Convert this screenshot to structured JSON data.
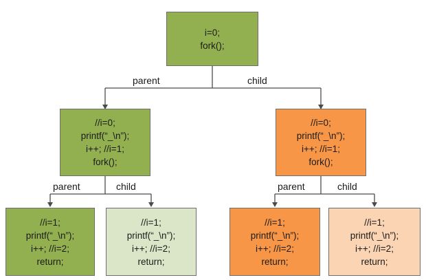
{
  "colors": {
    "root": "#92b050",
    "green_parent": "#92b050",
    "green_child": "#dbe6c8",
    "orange_parent": "#f79646",
    "orange_child": "#fbd4b4",
    "line": "#4a4a4a"
  },
  "root": {
    "lines": [
      "i=0;",
      "fork();"
    ],
    "edge_labels": {
      "left": "parent",
      "right": "child"
    }
  },
  "level2_left": {
    "lines": [
      "//i=0;",
      "printf(“_\\n”);",
      "i++; //i=1;",
      "fork();"
    ],
    "edge_labels": {
      "left": "parent",
      "right": "child"
    }
  },
  "level2_right": {
    "lines": [
      "//i=0;",
      "printf(“_\\n”);",
      "i++; //i=1;",
      "fork();"
    ],
    "edge_labels": {
      "left": "parent",
      "right": "child"
    }
  },
  "leaves": [
    {
      "lines": [
        "//i=1;",
        "printf(“_\\n”);",
        "i++; //i=2;",
        "return;"
      ]
    },
    {
      "lines": [
        "//i=1;",
        "printf(“_\\n”);",
        "i++; //i=2;",
        "return;"
      ]
    },
    {
      "lines": [
        "//i=1;",
        "printf(“_\\n”);",
        "i++; //i=2;",
        "return;"
      ]
    },
    {
      "lines": [
        "//i=1;",
        "printf(“_\\n”);",
        "i++; //i=2;",
        "return;"
      ]
    }
  ]
}
